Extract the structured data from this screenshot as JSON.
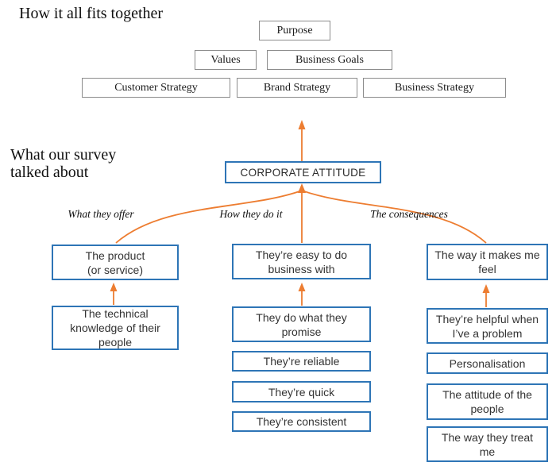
{
  "colors": {
    "accent_orange": "#ED7D31",
    "box_blue": "#2E75B6",
    "outline_gray": "#8C8C8C"
  },
  "titles": {
    "main": "How it all fits together",
    "survey_note": "What our survey\ntalked about"
  },
  "strategy": {
    "boxes": [
      {
        "label": "Purpose"
      },
      {
        "label": "Values"
      },
      {
        "label": "Business Goals"
      },
      {
        "label": "Customer Strategy"
      },
      {
        "label": "Brand Strategy"
      },
      {
        "label": "Business Strategy"
      }
    ]
  },
  "corporate": {
    "label": "CORPORATE ATTITUDE"
  },
  "columns": [
    {
      "header": "What they offer",
      "boxes": [
        {
          "label": "The product\n(or service)"
        },
        {
          "label": "The technical\nknowledge of their\npeople"
        }
      ]
    },
    {
      "header": "How they do it",
      "boxes": [
        {
          "label": "They’re easy to do\nbusiness with"
        },
        {
          "label": "They do what they\npromise"
        },
        {
          "label": "They’re reliable"
        },
        {
          "label": "They’re quick"
        },
        {
          "label": "They’re consistent"
        }
      ]
    },
    {
      "header": "The consequences",
      "boxes": [
        {
          "label": "The way it makes me\nfeel"
        },
        {
          "label": "They’re helpful when\nI’ve a problem"
        },
        {
          "label": "Personalisation"
        },
        {
          "label": "The attitude of the\npeople"
        },
        {
          "label": "The way they treat\nme"
        }
      ]
    }
  ]
}
